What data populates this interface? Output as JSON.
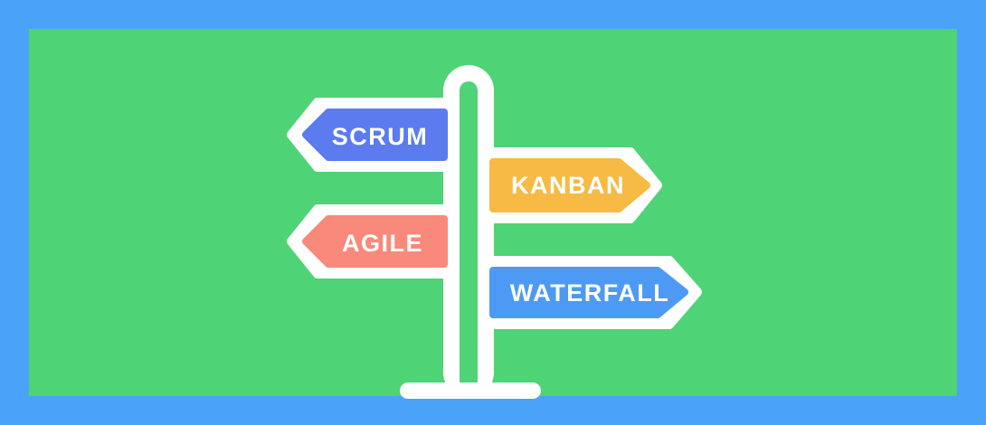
{
  "colors": {
    "frame": "#4aa3f7",
    "panel": "#4ed377",
    "structure": "#ffffff",
    "label_text": "#ffffff"
  },
  "signs": [
    {
      "label": "SCRUM",
      "color": "#5b7bef",
      "direction": "left"
    },
    {
      "label": "KANBAN",
      "color": "#f6ba45",
      "direction": "right"
    },
    {
      "label": "AGILE",
      "color": "#f9897a",
      "direction": "left"
    },
    {
      "label": "WATERFALL",
      "color": "#4d9af5",
      "direction": "right"
    }
  ]
}
